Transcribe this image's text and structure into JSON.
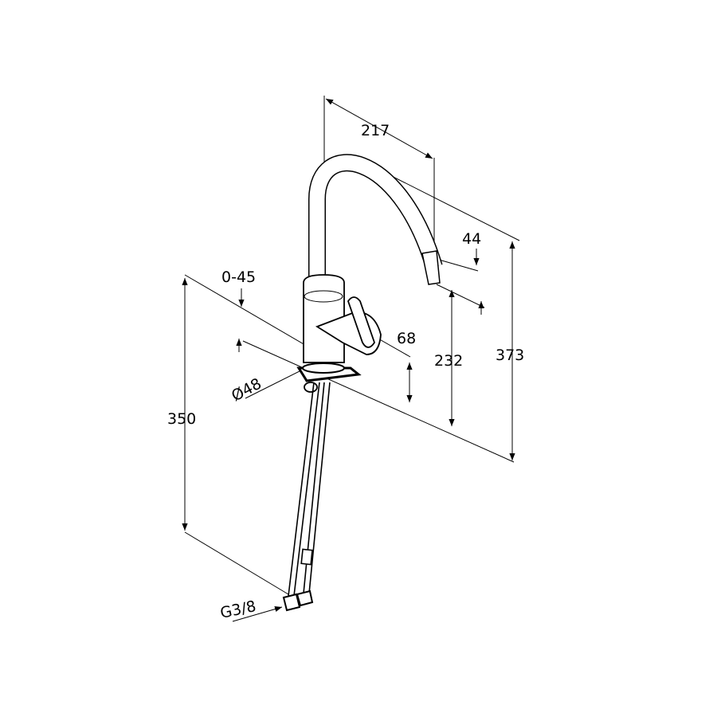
{
  "dimensions": {
    "spout_reach": "217",
    "spout_tip": "44",
    "total_height": "373",
    "outlet_height": "232",
    "handle_height": "68",
    "swivel_angle": "0-45",
    "base_diameter": "Ø48",
    "hose_length": "350",
    "connection_thread": "G3/8"
  },
  "colors": {
    "line": "#000000",
    "background": "#ffffff"
  }
}
